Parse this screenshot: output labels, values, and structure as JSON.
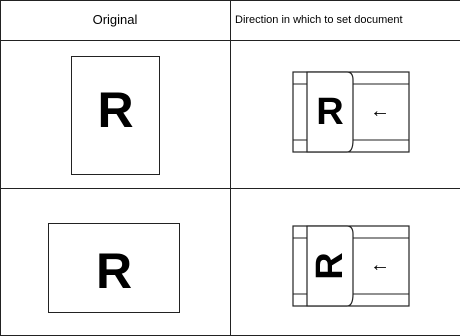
{
  "table": {
    "headers": [
      "Original",
      "Direction in which to set document"
    ],
    "rows": [
      {
        "original_letter": "R",
        "original_orientation": "portrait",
        "set_letter": "R",
        "set_letter_rotation": "none",
        "arrow": "←"
      },
      {
        "original_letter": "R",
        "original_orientation": "landscape",
        "set_letter": "R",
        "set_letter_rotation": "rotated-90-counterclockwise",
        "arrow": "←"
      }
    ]
  }
}
